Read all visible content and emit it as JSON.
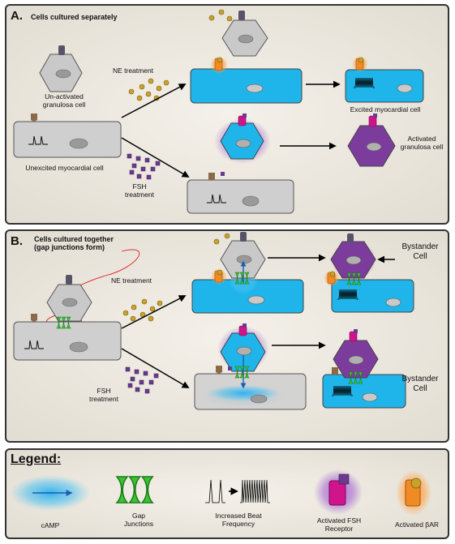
{
  "panelA": {
    "letter": "A.",
    "subtitle": "Cells cultured separately",
    "label_unactivated": "Un-activated granulosa cell",
    "label_unexcited": "Unexcited myocardial cell",
    "label_ne": "NE treatment",
    "label_fsh": "FSH treatment",
    "label_excited": "Excited myocardial cell",
    "label_activated": "Activated granulosa cell"
  },
  "panelB": {
    "letter": "B.",
    "subtitle": "Cells cultured together (gap junctions form)",
    "label_ne": "NE treatment",
    "label_fsh": "FSH treatment",
    "label_bystander_top": "Bystander Cell",
    "label_bystander_bottom": "Bystander Cell"
  },
  "legend": {
    "title": "Legend:",
    "items": [
      {
        "label": "cAMP"
      },
      {
        "label": "Gap Junctions"
      },
      {
        "label": "Increased Beat Frequency"
      },
      {
        "label": "Activated FSH Receptor"
      },
      {
        "label": "Activated βAR"
      }
    ]
  },
  "colors": {
    "cyan": "#1fb5ea",
    "purple": "#7c3c9c",
    "gray": "#cfcfcf",
    "gold": "#c8a22a",
    "fsh_purple": "#6a3a8f",
    "magenta": "#d0148c",
    "orange": "#f08a24",
    "green": "#39c234"
  }
}
